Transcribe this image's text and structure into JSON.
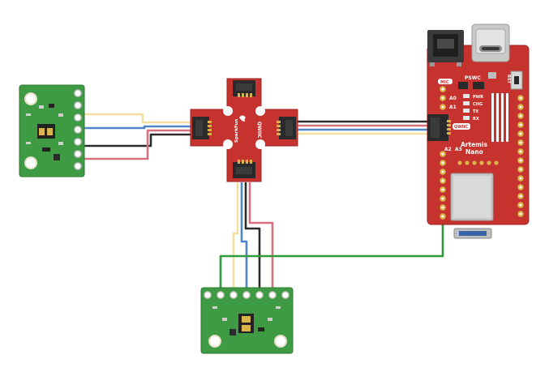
{
  "colors": {
    "wire_yellow": "#f3df9f",
    "wire_blue": "#4f86c9",
    "wire_red": "#d9707e",
    "wire_black": "#2b2b2b",
    "wire_green": "#2e9a3a",
    "board_red": "#c6332f",
    "board_green": "#3f9a44",
    "connector": "#2a2a2a",
    "gold": "#d9b44a"
  },
  "main_board": {
    "labels": {
      "mic": "MIC",
      "pswc": "PSWC",
      "rst": "RST",
      "qwiic": "QWIIC",
      "name_line1": "Artemis",
      "name_line2": "Nano",
      "led1": "PWR",
      "led2": "CHG",
      "led3": "TX",
      "led4": "RX",
      "pin_a0": "A0",
      "pin_a1": "A1",
      "pin_a2": "A2",
      "pin_a3": "A3"
    }
  },
  "hub": {
    "label": "QWIIC",
    "brand": "SparkFun"
  },
  "sensors": {
    "left": {
      "icon": "accelerometer-breakout-icon"
    },
    "bottom": {
      "icon": "accelerometer-breakout-icon"
    }
  }
}
